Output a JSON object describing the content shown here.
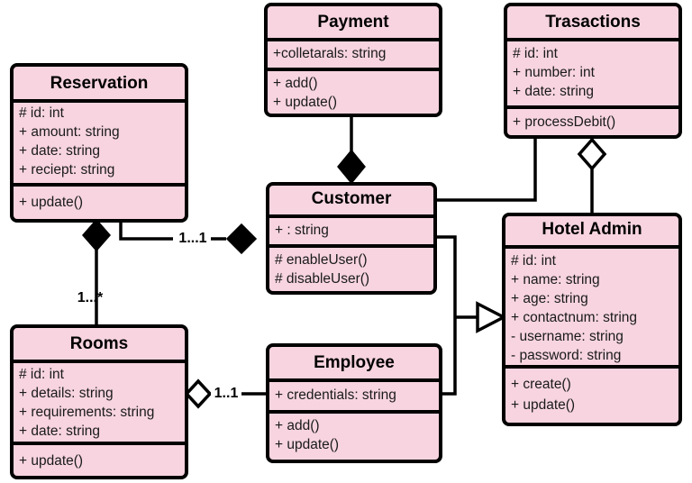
{
  "diagram": {
    "kind": "uml-class-diagram",
    "background_color": "#ffffff",
    "class_fill_color": "#f7d4e0",
    "class_border_color": "#000000",
    "classes": [
      {
        "id": "reservation",
        "name": "Reservation",
        "attributes": [
          "# id: int",
          "+ amount: string",
          "+ date: string",
          "+ reciept: string"
        ],
        "methods": [
          "+ update()"
        ]
      },
      {
        "id": "payment",
        "name": "Payment",
        "attributes": [
          "+colletarals: string"
        ],
        "methods": [
          "+ add()",
          "+ update()"
        ]
      },
      {
        "id": "trasactions",
        "name": "Trasactions",
        "attributes": [
          "# id: int",
          "+ number: int",
          "+ date: string"
        ],
        "methods": [
          "+ processDebit()"
        ]
      },
      {
        "id": "customer",
        "name": "Customer",
        "attributes": [
          "+ : string"
        ],
        "methods": [
          "# enableUser()",
          "# disableUser()"
        ]
      },
      {
        "id": "hoteladmin",
        "name": "Hotel Admin",
        "attributes": [
          "# id: int",
          "+ name: string",
          "+ age: string",
          "+ contactnum: string",
          "- username: string",
          "- password: string"
        ],
        "methods": [
          "+ create()",
          "+ update()"
        ]
      },
      {
        "id": "rooms",
        "name": "Rooms",
        "attributes": [
          "# id: int",
          "+ details: string",
          "+ requirements: string",
          "+ date: string"
        ],
        "methods": [
          "+ update()"
        ]
      },
      {
        "id": "employee",
        "name": "Employee",
        "attributes": [
          "+ credentials: string"
        ],
        "methods": [
          "+ add()",
          "+ update()"
        ]
      }
    ],
    "relationships": [
      {
        "id": "payment-customer",
        "from": "payment",
        "to": "customer",
        "type": "composition",
        "label": ""
      },
      {
        "id": "reservation-rooms",
        "from": "reservation",
        "to": "rooms",
        "type": "composition",
        "label": "1...*"
      },
      {
        "id": "reservation-customer",
        "from": "reservation",
        "to": "customer",
        "type": "composition",
        "label": "1...1"
      },
      {
        "id": "customer-trasactions",
        "from": "customer",
        "to": "trasactions",
        "type": "association",
        "label": ""
      },
      {
        "id": "trasactions-hoteladmin",
        "from": "trasactions",
        "to": "hoteladmin",
        "type": "aggregation",
        "label": ""
      },
      {
        "id": "customer-hoteladmin",
        "from": "customer",
        "to": "hoteladmin",
        "type": "generalization",
        "label": ""
      },
      {
        "id": "rooms-employee",
        "from": "employee",
        "to": "rooms",
        "type": "aggregation",
        "label": "1..1"
      }
    ]
  }
}
